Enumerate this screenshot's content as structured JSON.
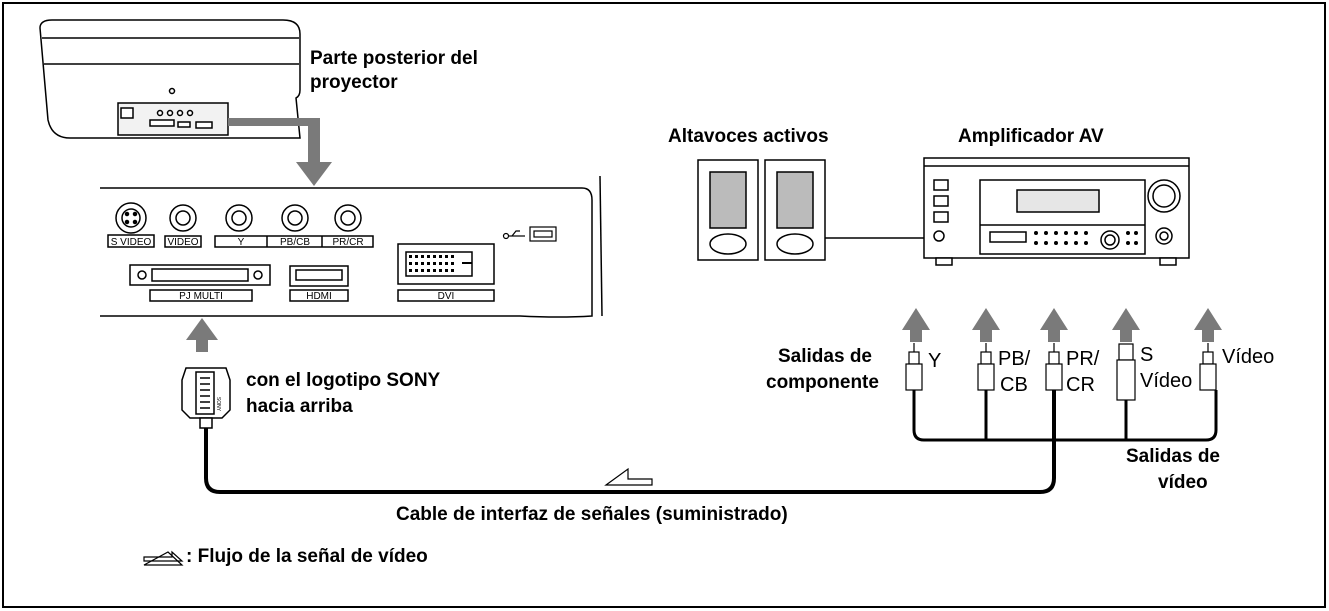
{
  "projector": {
    "title_line1": "Parte posterior del",
    "title_line2": "proyector"
  },
  "panel": {
    "svideo": "S VIDEO",
    "video": "VIDEO",
    "y": "Y",
    "pb_cb": "PB/CB",
    "pr_cr": "PR/CR",
    "pj_multi": "PJ MULTI",
    "hdmi": "HDMI",
    "dvi": "DVI"
  },
  "speakers": {
    "label": "Altavoces activos"
  },
  "amplifier": {
    "label": "Amplificador AV"
  },
  "connector": {
    "orientation_line1": "con el logotipo SONY",
    "orientation_line2": "hacia arriba",
    "logo": "SONY"
  },
  "outputs": {
    "component_line1": "Salidas de",
    "component_line2": "componente",
    "y": "Y",
    "pb_line1": "PB/",
    "pb_line2": "CB",
    "pr_line1": "PR/",
    "pr_line2": "CR",
    "svideo_line1": "S",
    "svideo_line2": "Vídeo",
    "video": "Vídeo",
    "video_outputs_line1": "Salidas de",
    "video_outputs_line2": "vídeo"
  },
  "cable": {
    "label": "Cable de interfaz de señales (suministrado)"
  },
  "legend": {
    "label": ": Flujo de la señal de vídeo"
  },
  "colors": {
    "arrow": "#7a7a7a",
    "line": "#000000",
    "fill": "#ffffff",
    "shade": "#cfcfcf"
  }
}
